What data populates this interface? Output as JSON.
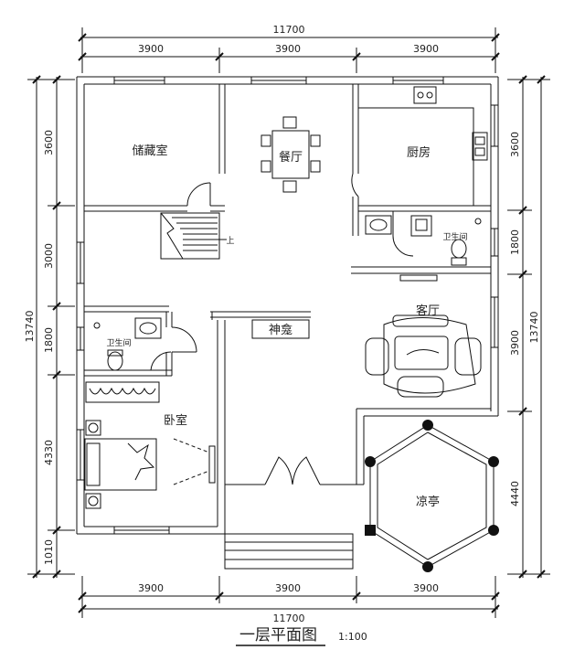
{
  "dimensions": {
    "top_total": "11700",
    "top": [
      "3900",
      "3900",
      "3900"
    ],
    "bottom": [
      "3900",
      "3900",
      "3900"
    ],
    "bottom_total": "11700",
    "left_total": "13740",
    "left": [
      "3600",
      "3000",
      "1800",
      "4330",
      "1010"
    ],
    "right": [
      "3600",
      "1800",
      "3900",
      "4440"
    ],
    "right_total": "13740"
  },
  "rooms": {
    "storage": "储藏室",
    "dining": "餐厅",
    "kitchen": "厨房",
    "bathroom_right": "卫生间",
    "bathroom_left": "卫生间",
    "living": "客厅",
    "shrine": "神龛",
    "bedroom": "卧室",
    "pavilion": "凉亭",
    "stair_up": "上"
  },
  "caption": {
    "title": "一层平面图",
    "scale": "1:100"
  },
  "colors": {
    "line": "#111111",
    "background": "#ffffff"
  }
}
